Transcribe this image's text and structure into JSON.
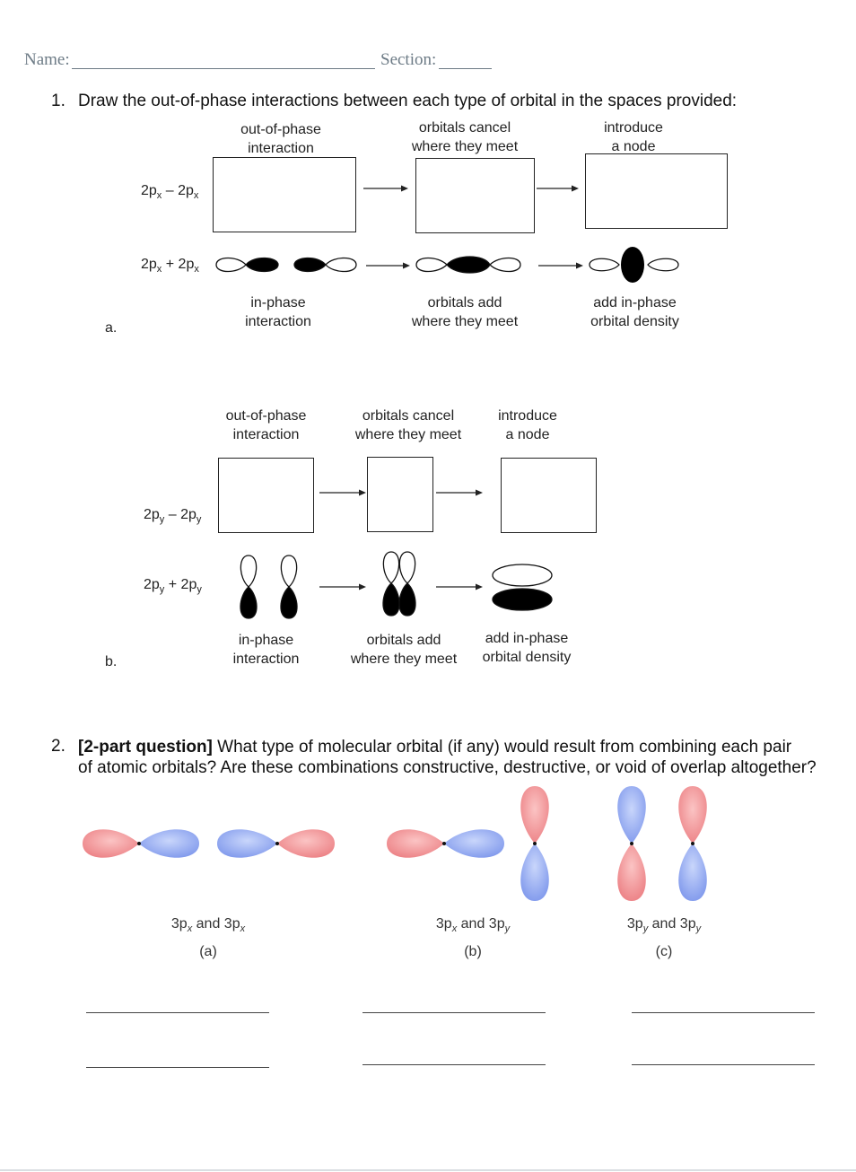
{
  "header": {
    "name_label": "Name:",
    "section_label": "Section:"
  },
  "q1": {
    "number": "1.",
    "prompt": "Draw the out-of-phase interactions between each type of orbital in the spaces provided:",
    "part_a": {
      "letter": "a.",
      "top_labels": [
        "out-of-phase\ninteraction",
        "orbitals cancel\nwhere they meet",
        "introduce\na node"
      ],
      "bottom_labels": [
        "in-phase\ninteraction",
        "orbitals add\nwhere they meet",
        "add in-phase\norbital density"
      ],
      "row1": {
        "base": "2p",
        "sub1": "x",
        "op": "–",
        "base2": "2p",
        "sub2": "x"
      },
      "row2": {
        "base": "2p",
        "sub1": "x",
        "op": "+",
        "base2": "2p",
        "sub2": "x"
      }
    },
    "part_b": {
      "letter": "b.",
      "top_labels": [
        "out-of-phase\ninteraction",
        "orbitals cancel\nwhere they meet",
        "introduce\na node"
      ],
      "bottom_labels": [
        "in-phase\ninteraction",
        "orbitals add\nwhere they meet",
        "add in-phase\norbital density"
      ],
      "row1": {
        "base": "2p",
        "sub1": "y",
        "op": "–",
        "base2": "2p",
        "sub2": "y"
      },
      "row2": {
        "base": "2p",
        "sub1": "y",
        "op": "+",
        "base2": "2p",
        "sub2": "y"
      }
    }
  },
  "q2": {
    "number": "2.",
    "bold_lead": "[2-part question]",
    "prompt_line1": " What type of molecular orbital (if any) would result from combining each pair",
    "prompt_line2": "of atomic orbitals? Are these combinations constructive, destructive, or void of overlap altogether?",
    "items": [
      {
        "a": "3p",
        "a_sub": "x",
        "and": " and ",
        "b": "3p",
        "b_sub": "x",
        "tag": "(a)"
      },
      {
        "a": "3p",
        "a_sub": "x",
        "and": " and ",
        "b": "3p",
        "b_sub": "y",
        "tag": "(b)"
      },
      {
        "a": "3p",
        "a_sub": "y",
        "and": " and ",
        "b": "3p",
        "b_sub": "y",
        "tag": "(c)"
      }
    ],
    "colors": {
      "pink": "#ee8a8e",
      "blue": "#8ea7ee"
    }
  }
}
